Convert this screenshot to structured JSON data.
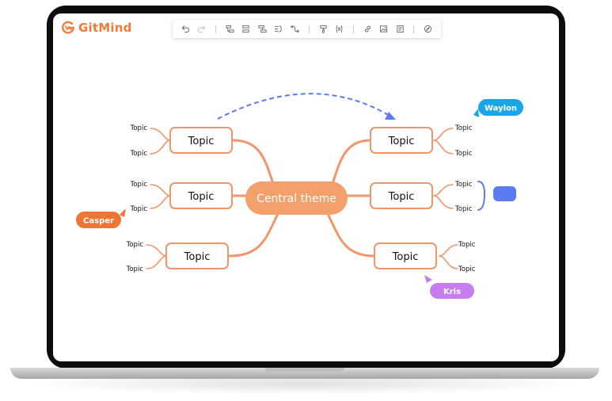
{
  "app": {
    "logo_text": "GitMind",
    "logo_icon": "gitmind-logo-icon",
    "brand_color": "#f07a3a"
  },
  "toolbar": {
    "buttons": [
      {
        "name": "undo-icon"
      },
      {
        "name": "redo-icon"
      },
      {
        "name": "insert-child-topic-icon"
      },
      {
        "name": "insert-sibling-topic-icon"
      },
      {
        "name": "insert-parent-topic-icon"
      },
      {
        "name": "summary-icon"
      },
      {
        "name": "relationship-icon"
      },
      {
        "name": "format-painter-icon"
      },
      {
        "name": "formula-icon"
      },
      {
        "name": "link-icon"
      },
      {
        "name": "image-icon"
      },
      {
        "name": "note-icon"
      },
      {
        "name": "compass-icon"
      }
    ]
  },
  "mindmap": {
    "central": "Central theme",
    "colors": {
      "branch": "#f1956b",
      "central_fill": "#f4a06d",
      "relationship": "#5b7bf0"
    },
    "left_branches": [
      {
        "label": "Topic",
        "subtopics": [
          "Topic",
          "Topic"
        ]
      },
      {
        "label": "Topic",
        "subtopics": [
          "Topic",
          "Topic"
        ]
      },
      {
        "label": "Topic",
        "subtopics": [
          "Topic",
          "Topic"
        ]
      }
    ],
    "right_branches": [
      {
        "label": "Topic",
        "subtopics": [
          "Topic",
          "Topic"
        ]
      },
      {
        "label": "Topic",
        "subtopics": [
          "Topic",
          "Topic"
        ]
      },
      {
        "label": "Topic",
        "subtopics": [
          "Topic",
          "Topic"
        ]
      }
    ]
  },
  "collaborators": [
    {
      "name": "Waylon",
      "color": "#1aa6e6"
    },
    {
      "name": "Casper",
      "color": "#ee7534"
    },
    {
      "name": "Kris",
      "color": "#c77df0"
    }
  ],
  "summary_tag": {
    "color": "#5b7bf0"
  }
}
